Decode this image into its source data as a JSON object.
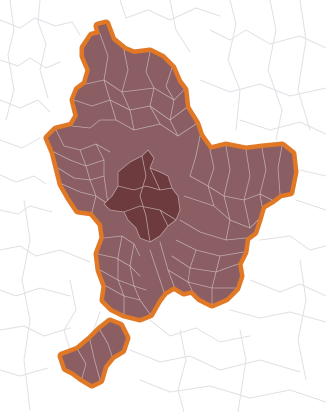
{
  "map": {
    "colors": {
      "background": "#ffffff",
      "background_borders": "#e2dfe6",
      "region_fill": "#8a5e62",
      "region_outline": "#e07826",
      "core_fill": "#6d3a3e",
      "inner_borders": "#c9b6b8"
    },
    "layers": {
      "background_communes": "background",
      "metropole_region": "highlighted",
      "core_city": "highlighted-dark",
      "detached_exclave": "highlighted"
    }
  }
}
